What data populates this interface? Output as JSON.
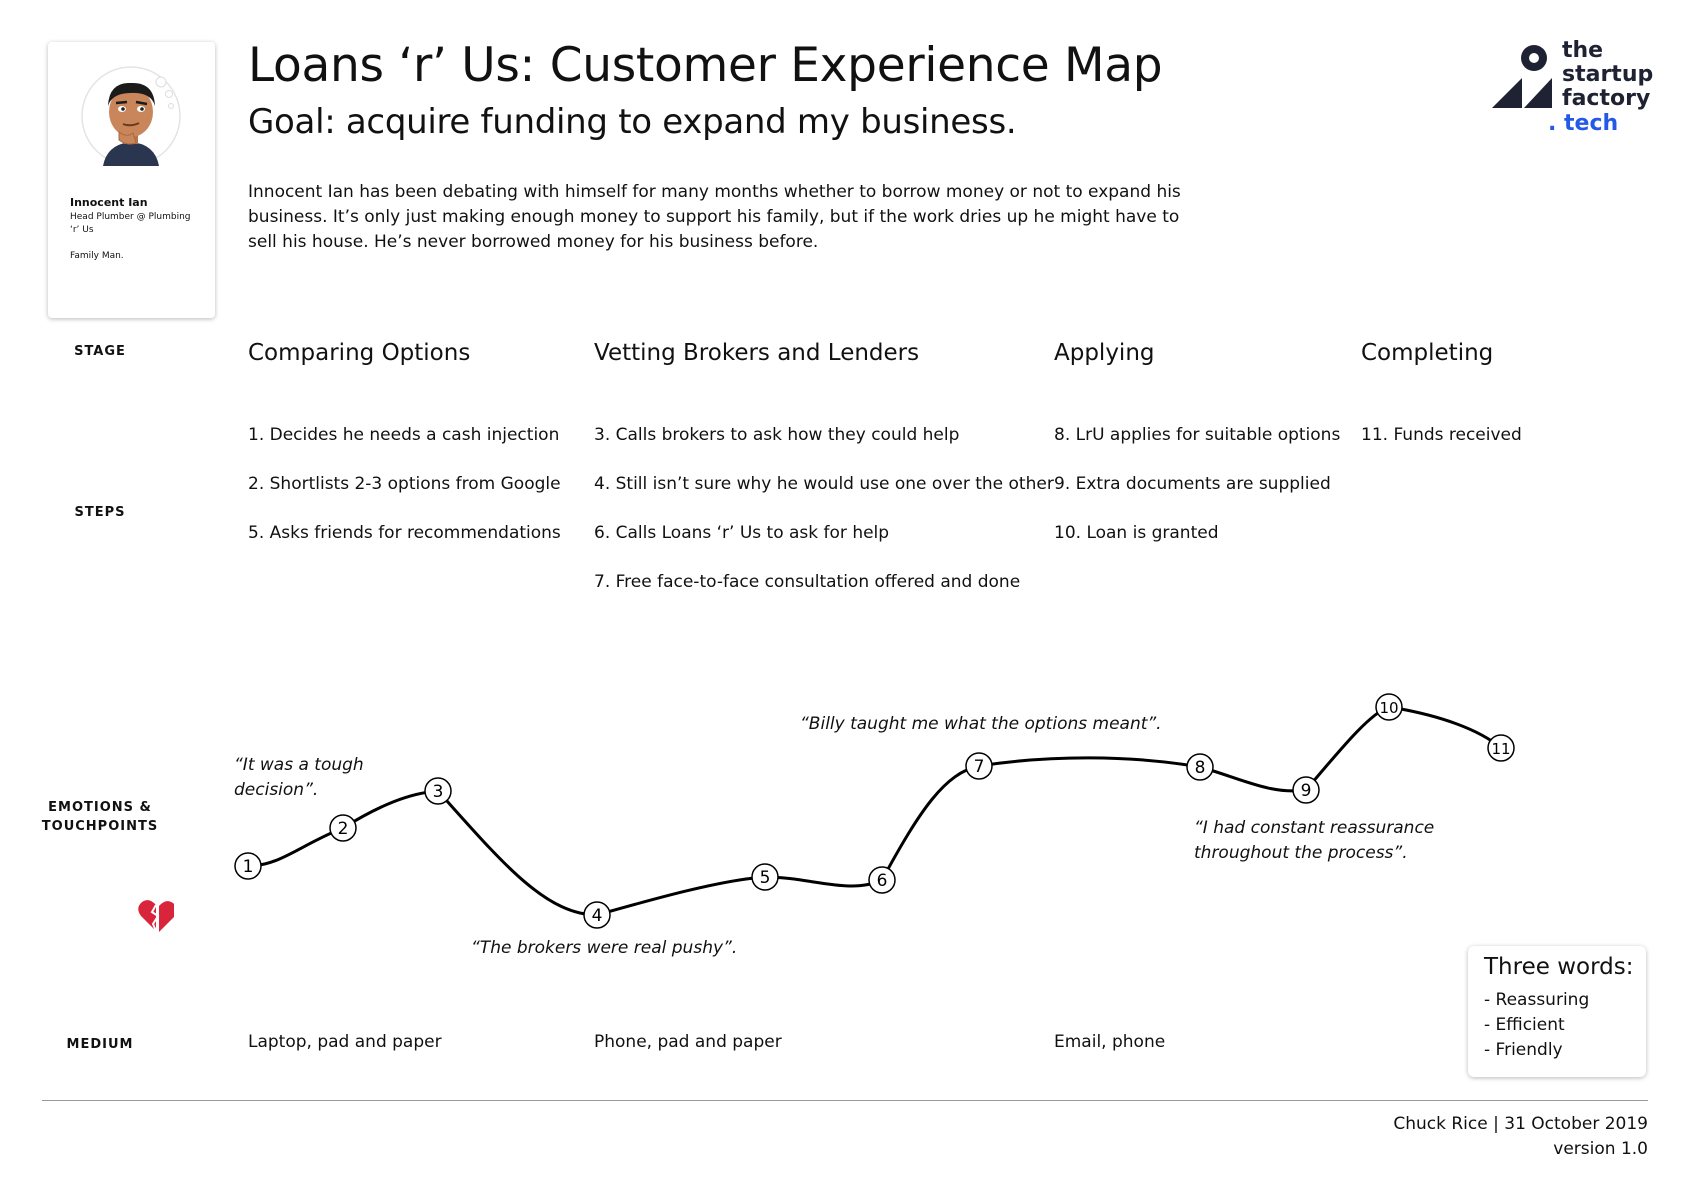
{
  "header": {
    "title": "Loans ‘r’ Us: Customer Experience Map",
    "goal": "Goal: acquire funding to expand my business.",
    "description": "Innocent Ian has been debating with himself for many months whether to borrow money or not to expand his business. It’s only just making enough money to support his family, but if the work dries up he might have to sell his house. He’s never borrowed money for his business before."
  },
  "persona": {
    "name": "Innocent Ian",
    "role": "Head Plumber @ Plumbing ‘r’ Us",
    "tagline": "Family Man.",
    "avatar_icon": "thinking-man-avatar-icon"
  },
  "logo": {
    "line1": "the",
    "line2": "startup",
    "line3": "factory",
    "line4": ". tech",
    "accent_color": "#2459e8"
  },
  "row_labels": {
    "stage": "STAGE",
    "steps": "STEPS",
    "emotions_line1": "EMOTIONS &",
    "emotions_line2": "TOUCHPOINTS",
    "medium": "MEDIUM"
  },
  "stages": [
    {
      "title": "Comparing Options",
      "steps": [
        "1. Decides he needs a cash injection",
        "2. Shortlists 2-3 options from Google",
        "5. Asks friends for recommendations"
      ],
      "medium": "Laptop, pad and paper"
    },
    {
      "title": "Vetting Brokers and Lenders",
      "steps": [
        "3. Calls brokers to ask how they could help",
        "4. Still isn’t sure why he would use one over the other",
        "6. Calls Loans ‘r’ Us to ask for help",
        "7. Free face-to-face consultation offered and done"
      ],
      "medium": "Phone, pad and paper"
    },
    {
      "title": "Applying",
      "steps": [
        "8. LrU applies for suitable options",
        "9. Extra documents are supplied",
        "10. Loan is granted"
      ],
      "medium": "Email, phone"
    },
    {
      "title": "Completing",
      "steps": [
        "11. Funds received"
      ],
      "medium": ""
    }
  ],
  "quotes": {
    "q1_line1": "“It was a tough",
    "q1_line2": "decision”.",
    "q2": "“The brokers were real pushy”.",
    "q3": "“Billy taught me what the options meant”.",
    "q4_line1": "“I had constant reassurance",
    "q4_line2": "throughout the process”."
  },
  "chart_data": {
    "type": "line",
    "points": [
      {
        "label": "1"
      },
      {
        "label": "2"
      },
      {
        "label": "3"
      },
      {
        "label": "4"
      },
      {
        "label": "5"
      },
      {
        "label": "6"
      },
      {
        "label": "7"
      },
      {
        "label": "8"
      },
      {
        "label": "9"
      },
      {
        "label": "10"
      },
      {
        "label": "11"
      }
    ],
    "low_emotion_icon": "broken-heart-icon"
  },
  "three_words": {
    "title": "Three words:",
    "items": [
      "- Reassuring",
      "- Efficient",
      "- Friendly"
    ]
  },
  "footer": {
    "credit": "Chuck Rice | 31 October 2019",
    "version": "version 1.0"
  }
}
